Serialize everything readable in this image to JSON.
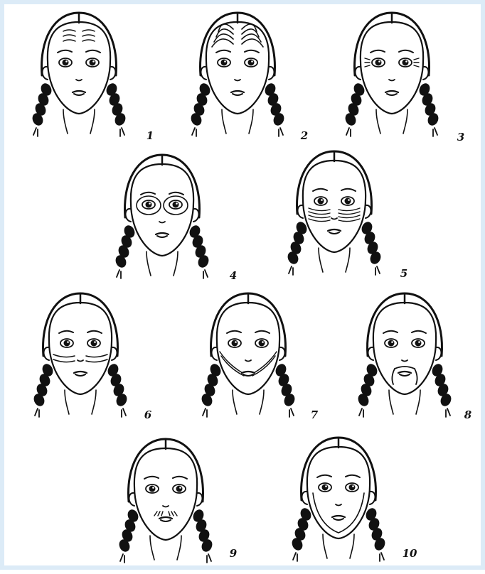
{
  "colors": {
    "frame": "#dcebf7",
    "ink": "#111111",
    "paper": "#ffffff"
  },
  "faces": [
    {
      "label": "1",
      "marks": "frown-lines-center"
    },
    {
      "label": "2",
      "marks": "forehead-arcs"
    },
    {
      "label": "3",
      "marks": "eye-corner-lines"
    },
    {
      "label": "4",
      "marks": "circles-around-eyes"
    },
    {
      "label": "5",
      "marks": "under-eye-lines"
    },
    {
      "label": "6",
      "marks": "cheek-lines"
    },
    {
      "label": "7",
      "marks": "nasolabial-lines"
    },
    {
      "label": "8",
      "marks": "around-mouth"
    },
    {
      "label": "9",
      "marks": "upper-lip-lines"
    },
    {
      "label": "10",
      "marks": "jawline"
    }
  ]
}
